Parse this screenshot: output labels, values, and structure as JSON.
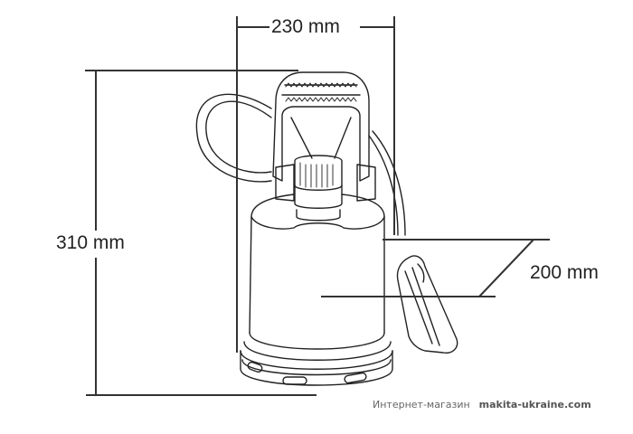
{
  "diagram": {
    "subject": "submersible pump dimension drawing",
    "dimensions": {
      "width": {
        "label": "230 mm",
        "value": 230,
        "unit": "mm"
      },
      "height": {
        "label": "310 mm",
        "value": 310,
        "unit": "mm"
      },
      "depth": {
        "label": "200 mm",
        "value": 200,
        "unit": "mm"
      }
    },
    "colors": {
      "line": "#333333",
      "background": "#ffffff",
      "watermark": "#666666"
    }
  },
  "watermark": {
    "prefix": "Интернет-магазин",
    "site": "makita-ukraine.com"
  }
}
